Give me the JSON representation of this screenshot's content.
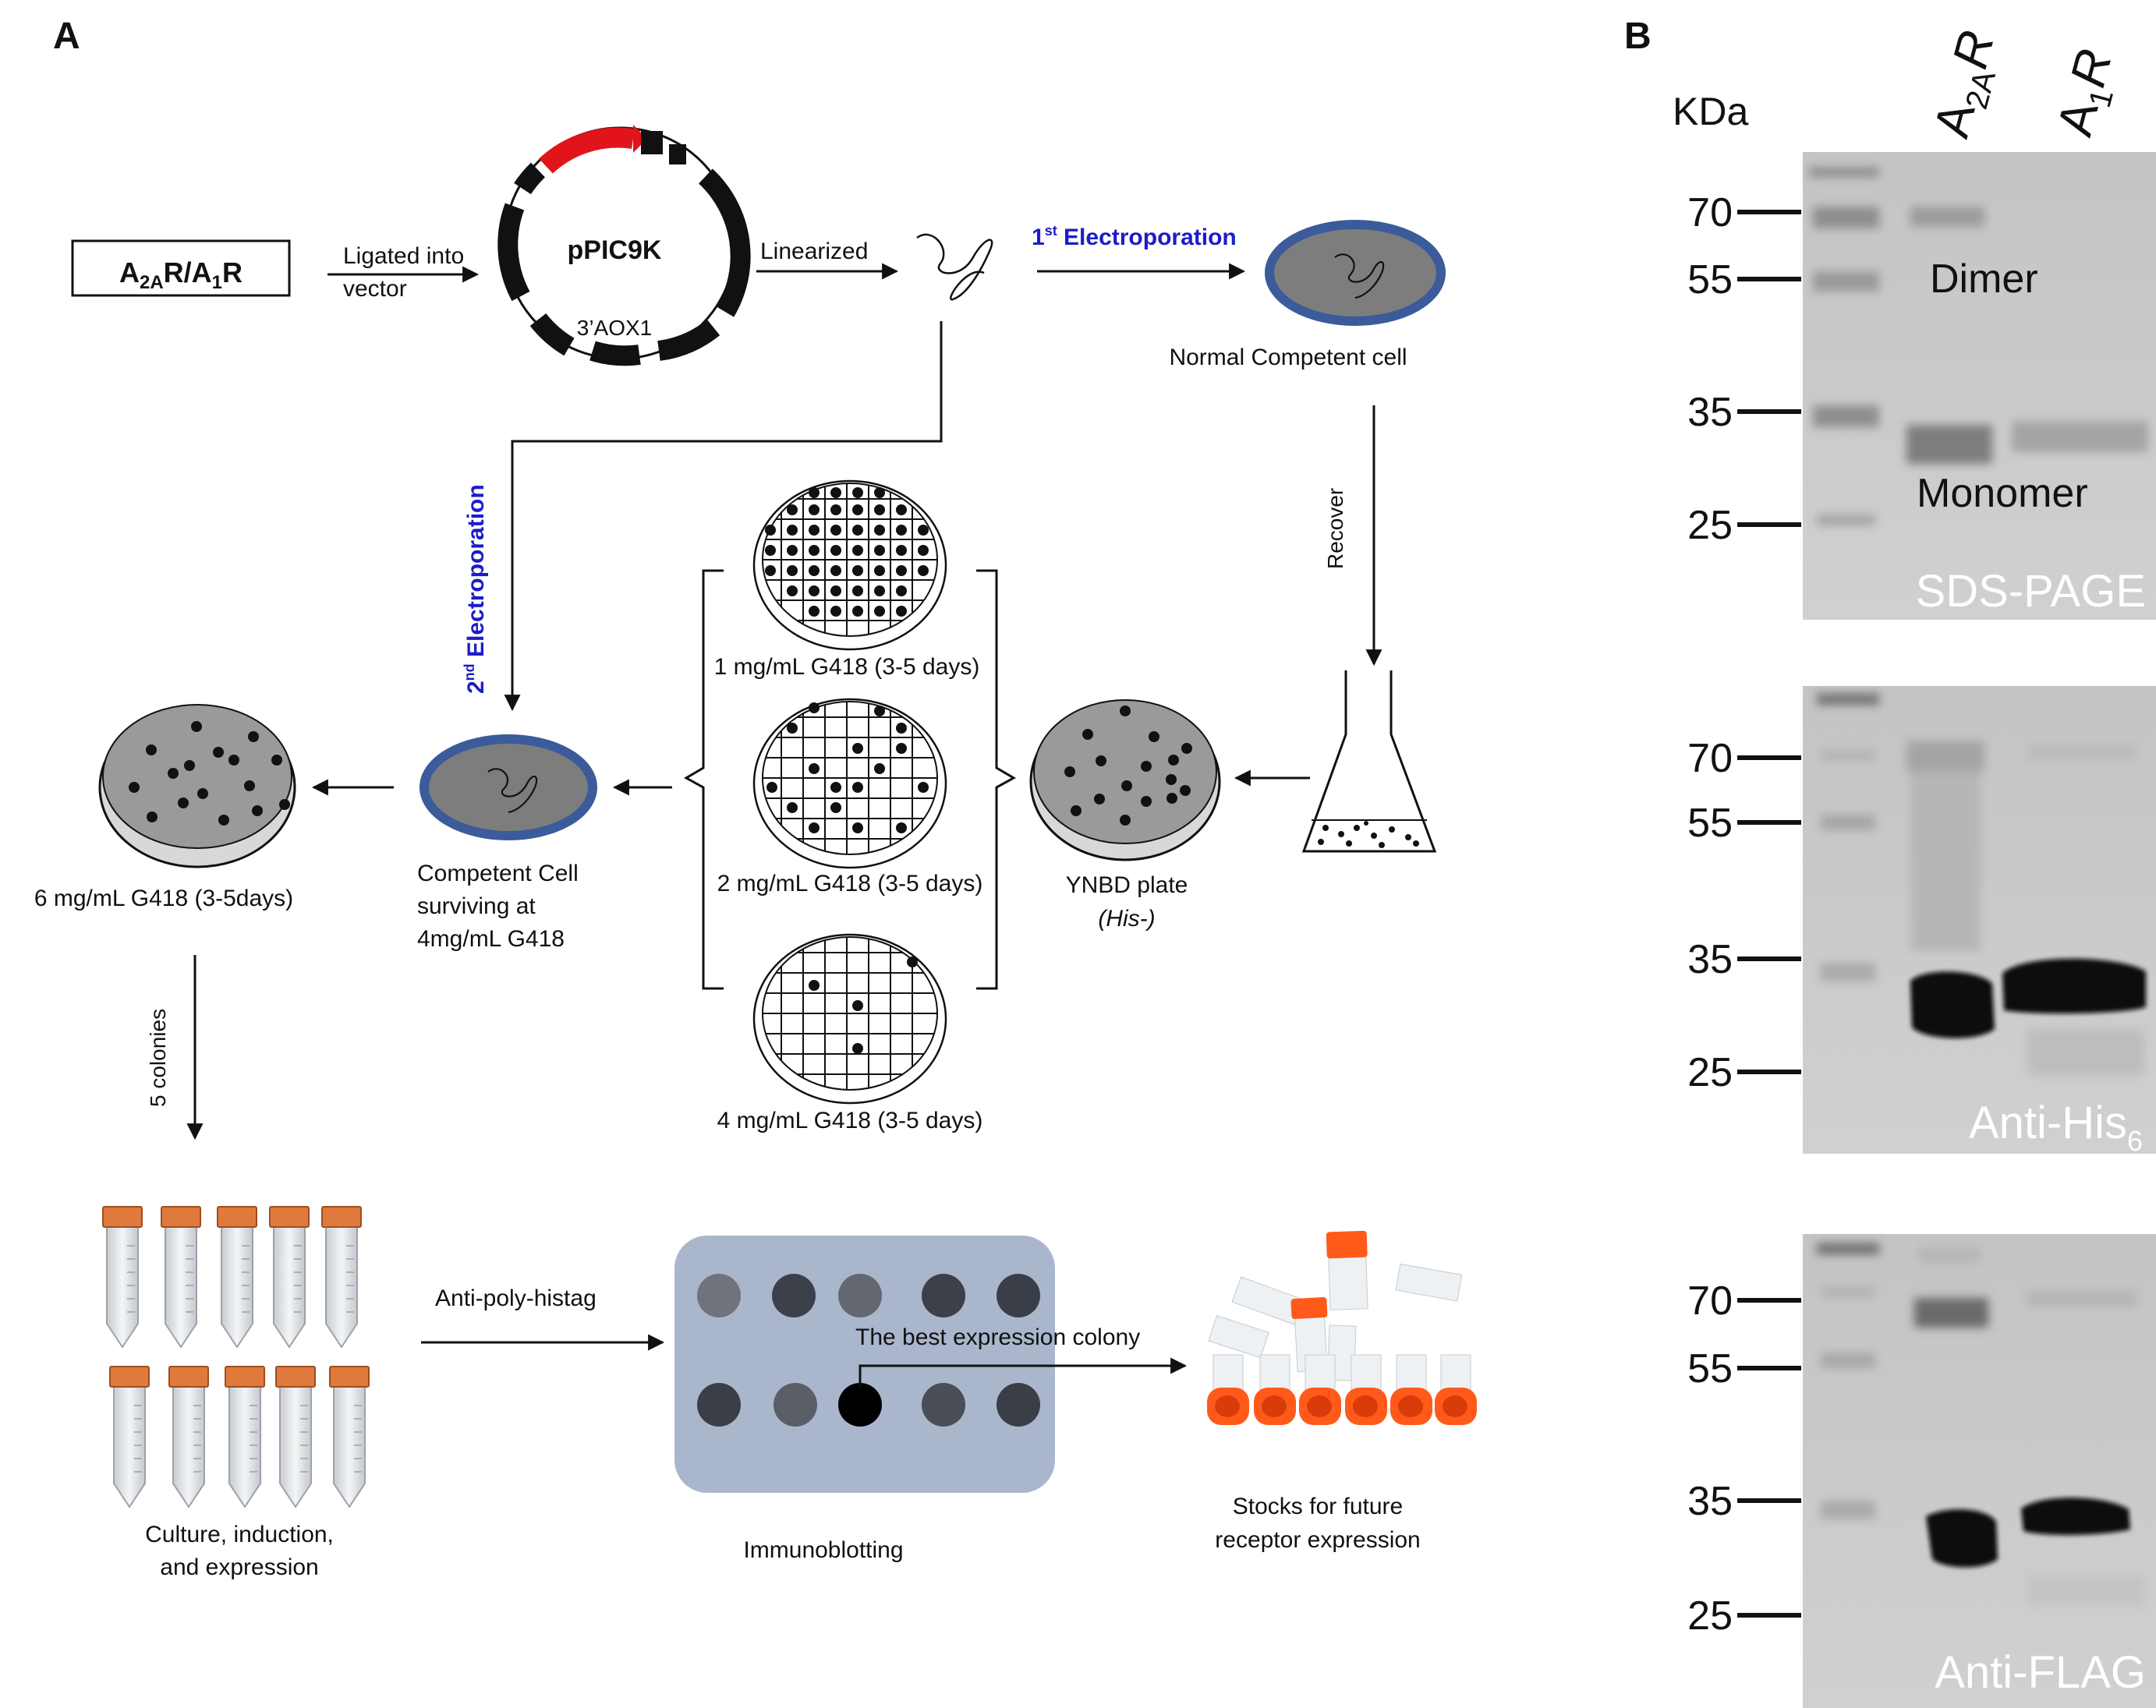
{
  "panel_a": {
    "label": "A",
    "construct": {
      "a2a": "A",
      "a2a_sub": "2A",
      "r1": "R/A",
      "a1_sub": "1",
      "r2": "R"
    },
    "ligated": {
      "line1": "Ligated into",
      "line2": "vector"
    },
    "plasmid": {
      "name": "pPIC9K",
      "site": "3’AOX1"
    },
    "linearized": "Linearized",
    "first_ep": {
      "num": "1",
      "sup": "st",
      "text": " Electroporation"
    },
    "second_ep": {
      "num": "2",
      "sup": "nd",
      "text": " Electroporation"
    },
    "normal_cell": "Normal Competent cell",
    "recover": "Recover",
    "ynbd": {
      "line1": "YNBD plate",
      "line2": "(His-)"
    },
    "plates": [
      "1 mg/mL G418 (3-5 days)",
      "2 mg/mL G418 (3-5 days)",
      "4 mg/mL G418 (3-5 days)"
    ],
    "competent": {
      "line1": "Competent Cell",
      "line2": "surviving  at",
      "line3": "4mg/mL G418"
    },
    "six_mg": "6 mg/mL G418 (3-5days)",
    "five_colonies": "5 colonies",
    "culture": {
      "line1": "Culture, induction,",
      "line2": "and expression"
    },
    "anti_poly": "Anti-poly-histag",
    "best_colony": "The best expression colony",
    "immunoblotting": "Immunoblotting",
    "stocks": {
      "line1": "Stocks for future",
      "line2": "receptor expression"
    }
  },
  "panel_b": {
    "label": "B",
    "kda": "KDa",
    "lanes": [
      {
        "base": "A",
        "sub": "2A",
        "tail": "R"
      },
      {
        "base": "A",
        "sub": "1",
        "tail": "R"
      }
    ],
    "blots": [
      {
        "title": "SDS-PAGE",
        "title_sub": "",
        "markers": [
          "70",
          "55",
          "35",
          "25"
        ],
        "annotations": [
          "Dimer",
          "Monomer"
        ]
      },
      {
        "title": "Anti-His",
        "title_sub": "6",
        "markers": [
          "70",
          "55",
          "35",
          "25"
        ]
      },
      {
        "title": "Anti-FLAG",
        "title_sub": "",
        "markers": [
          "70",
          "55",
          "35",
          "25"
        ]
      }
    ]
  },
  "colors": {
    "accent_blue": "#1c1cc8",
    "plate_ring": "#3b5b9a",
    "plate_fill": "#7d7d7d",
    "tube_cap": "#e07a3c",
    "red_arrow": "#e0141a",
    "blot_panel": "#aab6cc"
  }
}
